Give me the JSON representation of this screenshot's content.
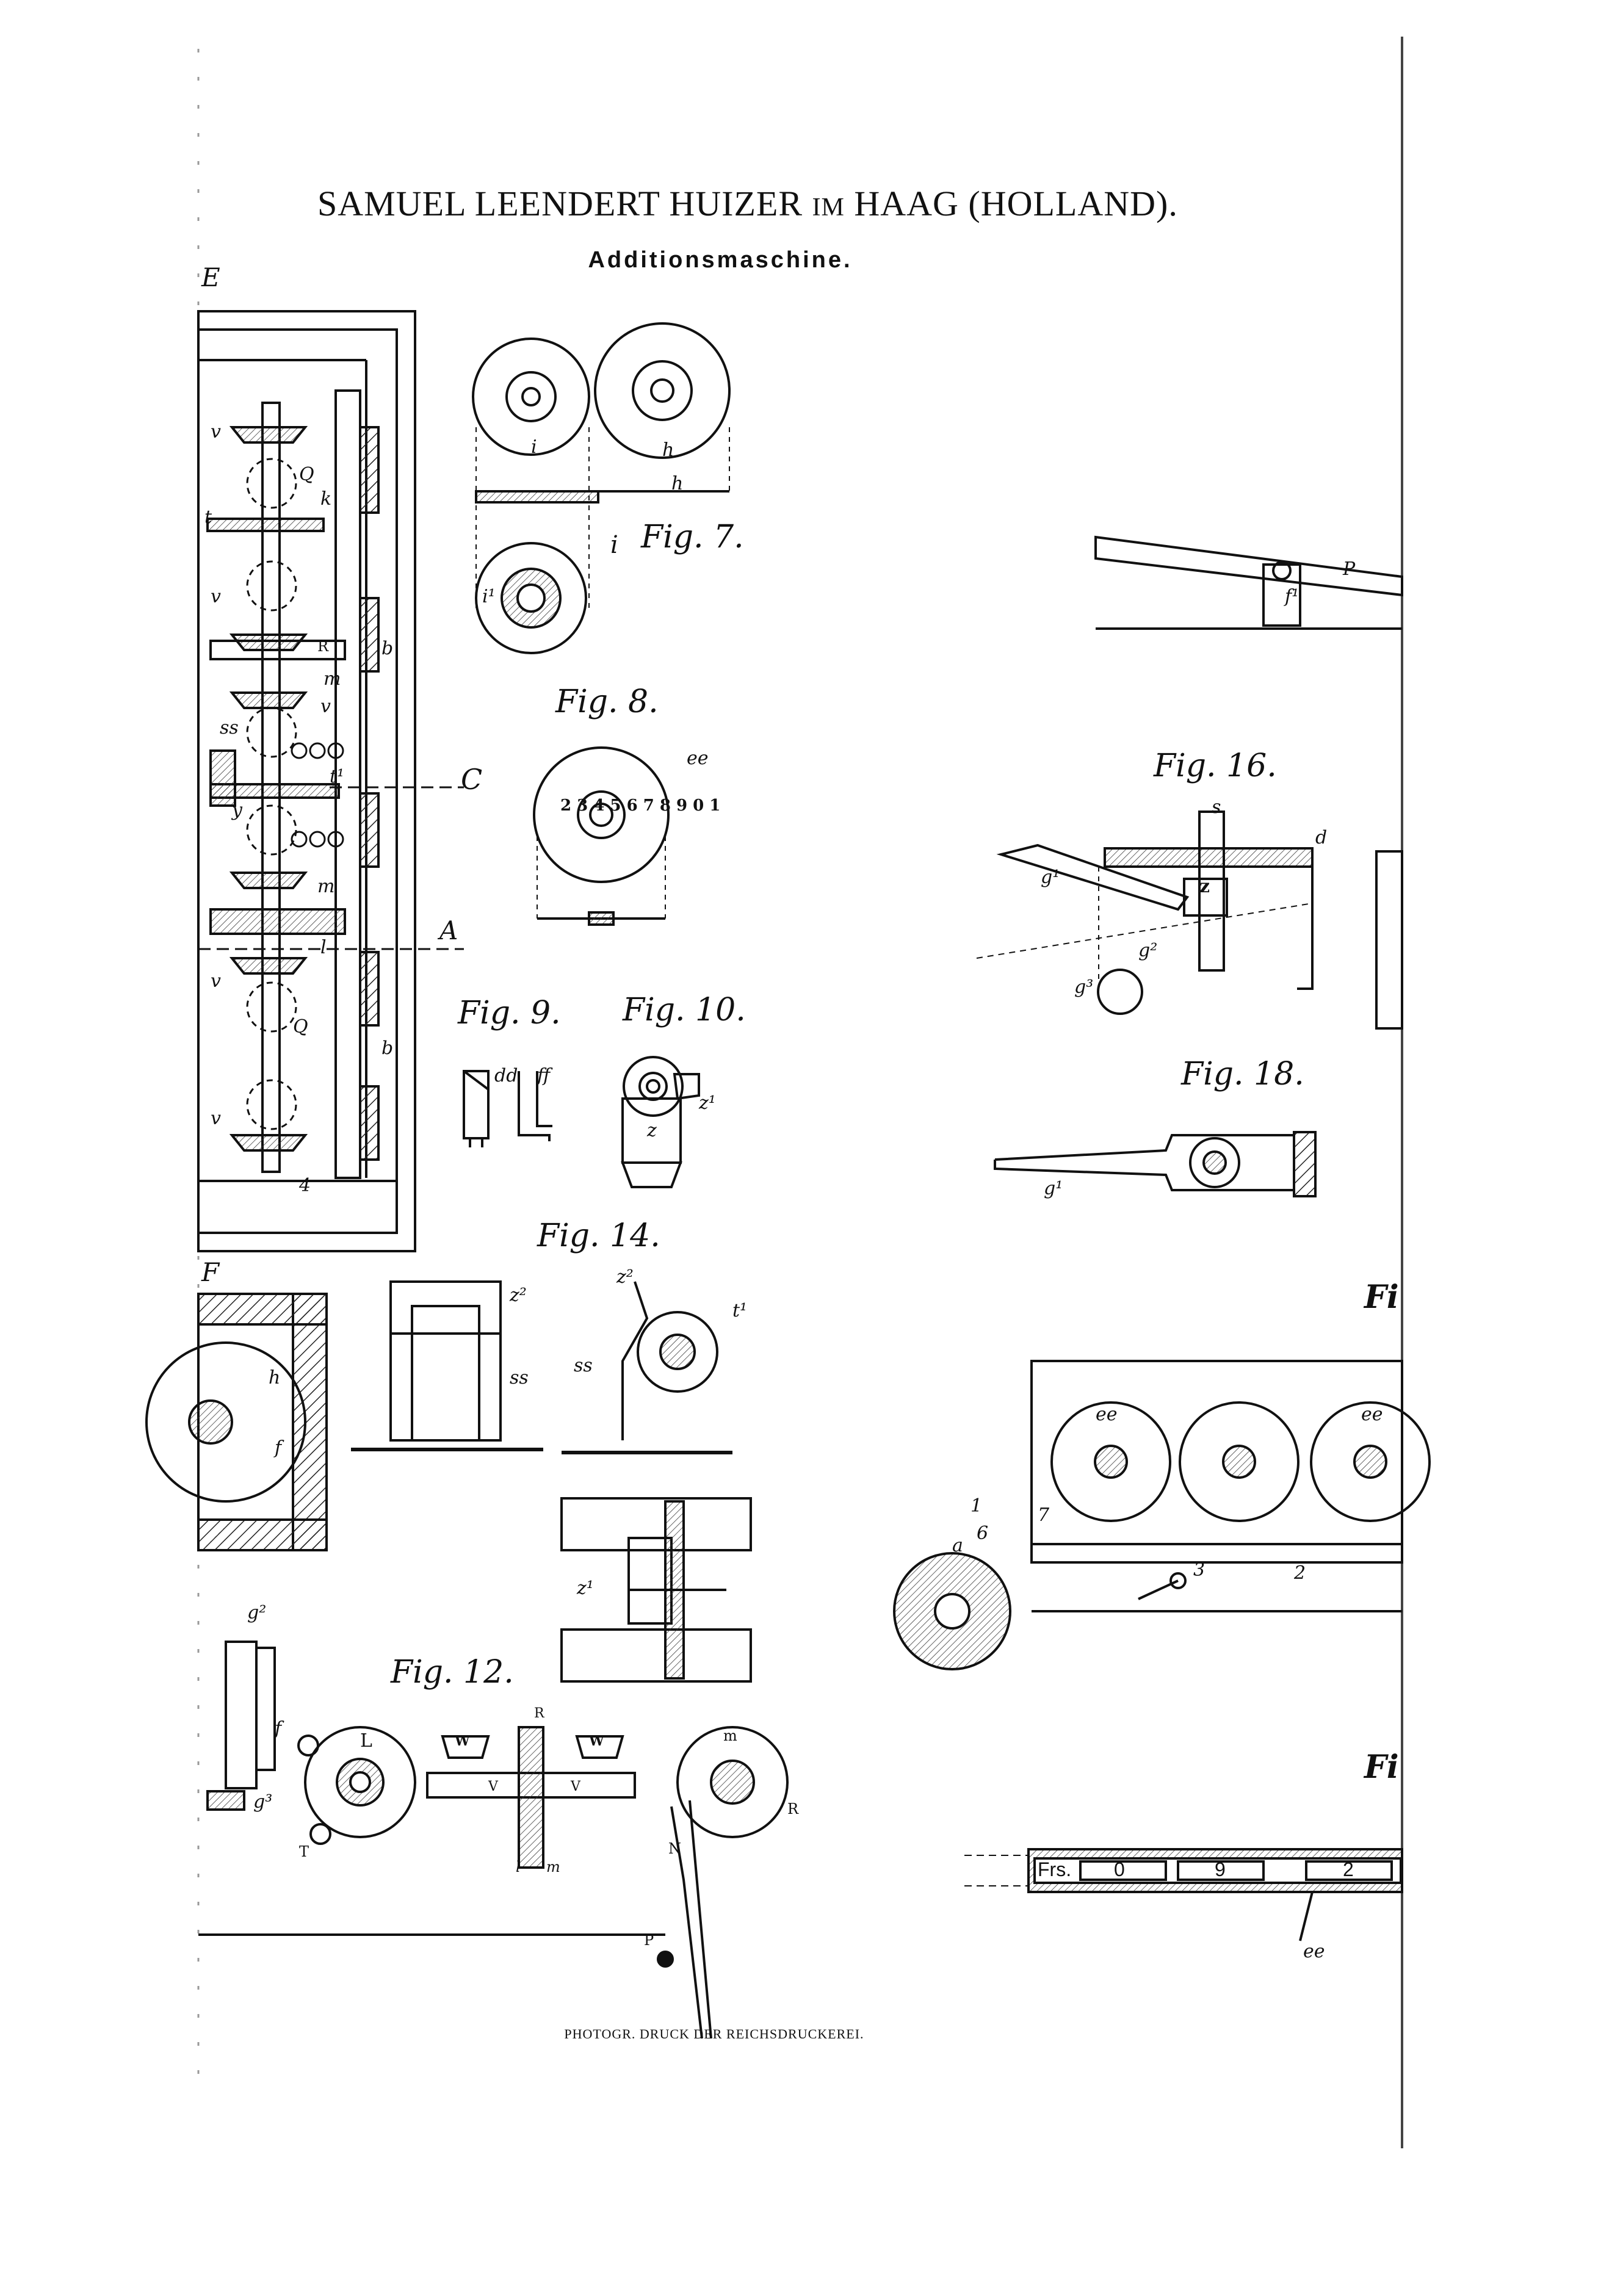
{
  "header": {
    "title_prefix": "SAMUEL LEENDERT HUIZER",
    "title_im": "IM",
    "title_place": "HAAG",
    "title_country": "(HOLLAND).",
    "subtitle": "Additionsmaschine."
  },
  "figures": {
    "fig7": "Fig. 7.",
    "fig8": "Fig. 8.",
    "fig9": "Fig. 9.",
    "fig10": "Fig. 10.",
    "fig12": "Fig. 12.",
    "fig14": "Fig. 14.",
    "fig16": "Fig. 16.",
    "fig18": "Fig. 18.",
    "fig_cut1": "Fi",
    "fig_cut2": "Fi"
  },
  "section_marks": {
    "E": "E",
    "F": "F",
    "C": "C",
    "A": "A"
  },
  "labels": {
    "h": "h",
    "i": "i",
    "i1": "i¹",
    "ee": "ee",
    "dd": "dd",
    "ff": "ff",
    "z": "z",
    "z1": "z¹",
    "z2": "z²",
    "ss": "ss",
    "t1": "t¹",
    "s": "s",
    "d": "d",
    "g1": "g¹",
    "g2": "g²",
    "g3": "g³",
    "P": "P",
    "f1": "f¹",
    "v": "v",
    "Q": "Q",
    "k": "k",
    "t": "t",
    "R": "R",
    "m": "m",
    "b": "b",
    "y": "y",
    "l": "l",
    "f": "f",
    "L": "L",
    "W": "W",
    "V": "V",
    "T": "T",
    "N": "N",
    "num1": "1",
    "num2": "2",
    "num3": "3",
    "num4": "4",
    "num6": "6",
    "num7": "7",
    "a": "a"
  },
  "fig8_digits": "2 3 4 5 6 7 8 9 0 1",
  "counter_strip": {
    "prefix": "Frs.",
    "cells": [
      "0",
      "9",
      "2"
    ]
  },
  "footer": "PHOTOGR. DRUCK DER REICHSDRUCKEREI."
}
